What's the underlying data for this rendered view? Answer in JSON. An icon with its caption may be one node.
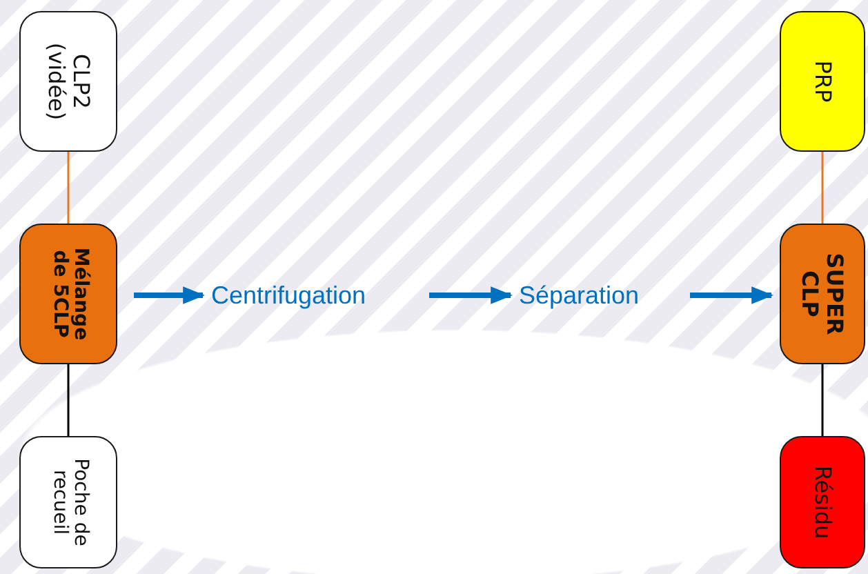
{
  "diagram": {
    "nodes": [
      {
        "text": [
          "CLP2 (vidée)"
        ]
      },
      {
        "text": [
          "PRP"
        ]
      },
      {
        "text": [
          "Mélange de 5CLP"
        ]
      },
      {
        "text": [
          "Centrifugation"
        ]
      },
      {
        "text": [
          "Séparation"
        ]
      },
      {
        "text": [
          "SUPER CLP"
        ]
      },
      {
        "text": [
          "Poche de recueil"
        ]
      },
      {
        "text": [
          "Résidu"
        ]
      }
    ],
    "edges": [
      {
        "from": 0,
        "to": 2,
        "arrow": "none",
        "color": "#e87722"
      },
      {
        "from": 2,
        "to": 6,
        "arrow": "none",
        "color": "#000000"
      },
      {
        "from": 2,
        "to": 3,
        "arrow": "to",
        "style": "thick",
        "color": "#0070c0"
      },
      {
        "from": 3,
        "to": 4,
        "arrow": "to",
        "style": "thick",
        "color": "#0070c0"
      },
      {
        "from": 4,
        "to": 5,
        "arrow": "to",
        "style": "thick",
        "color": "#0070c0"
      },
      {
        "from": 1,
        "to": 5,
        "arrow": "none",
        "color": "#e87722"
      },
      {
        "from": 5,
        "to": 7,
        "arrow": "none",
        "color": "#000000"
      }
    ]
  }
}
